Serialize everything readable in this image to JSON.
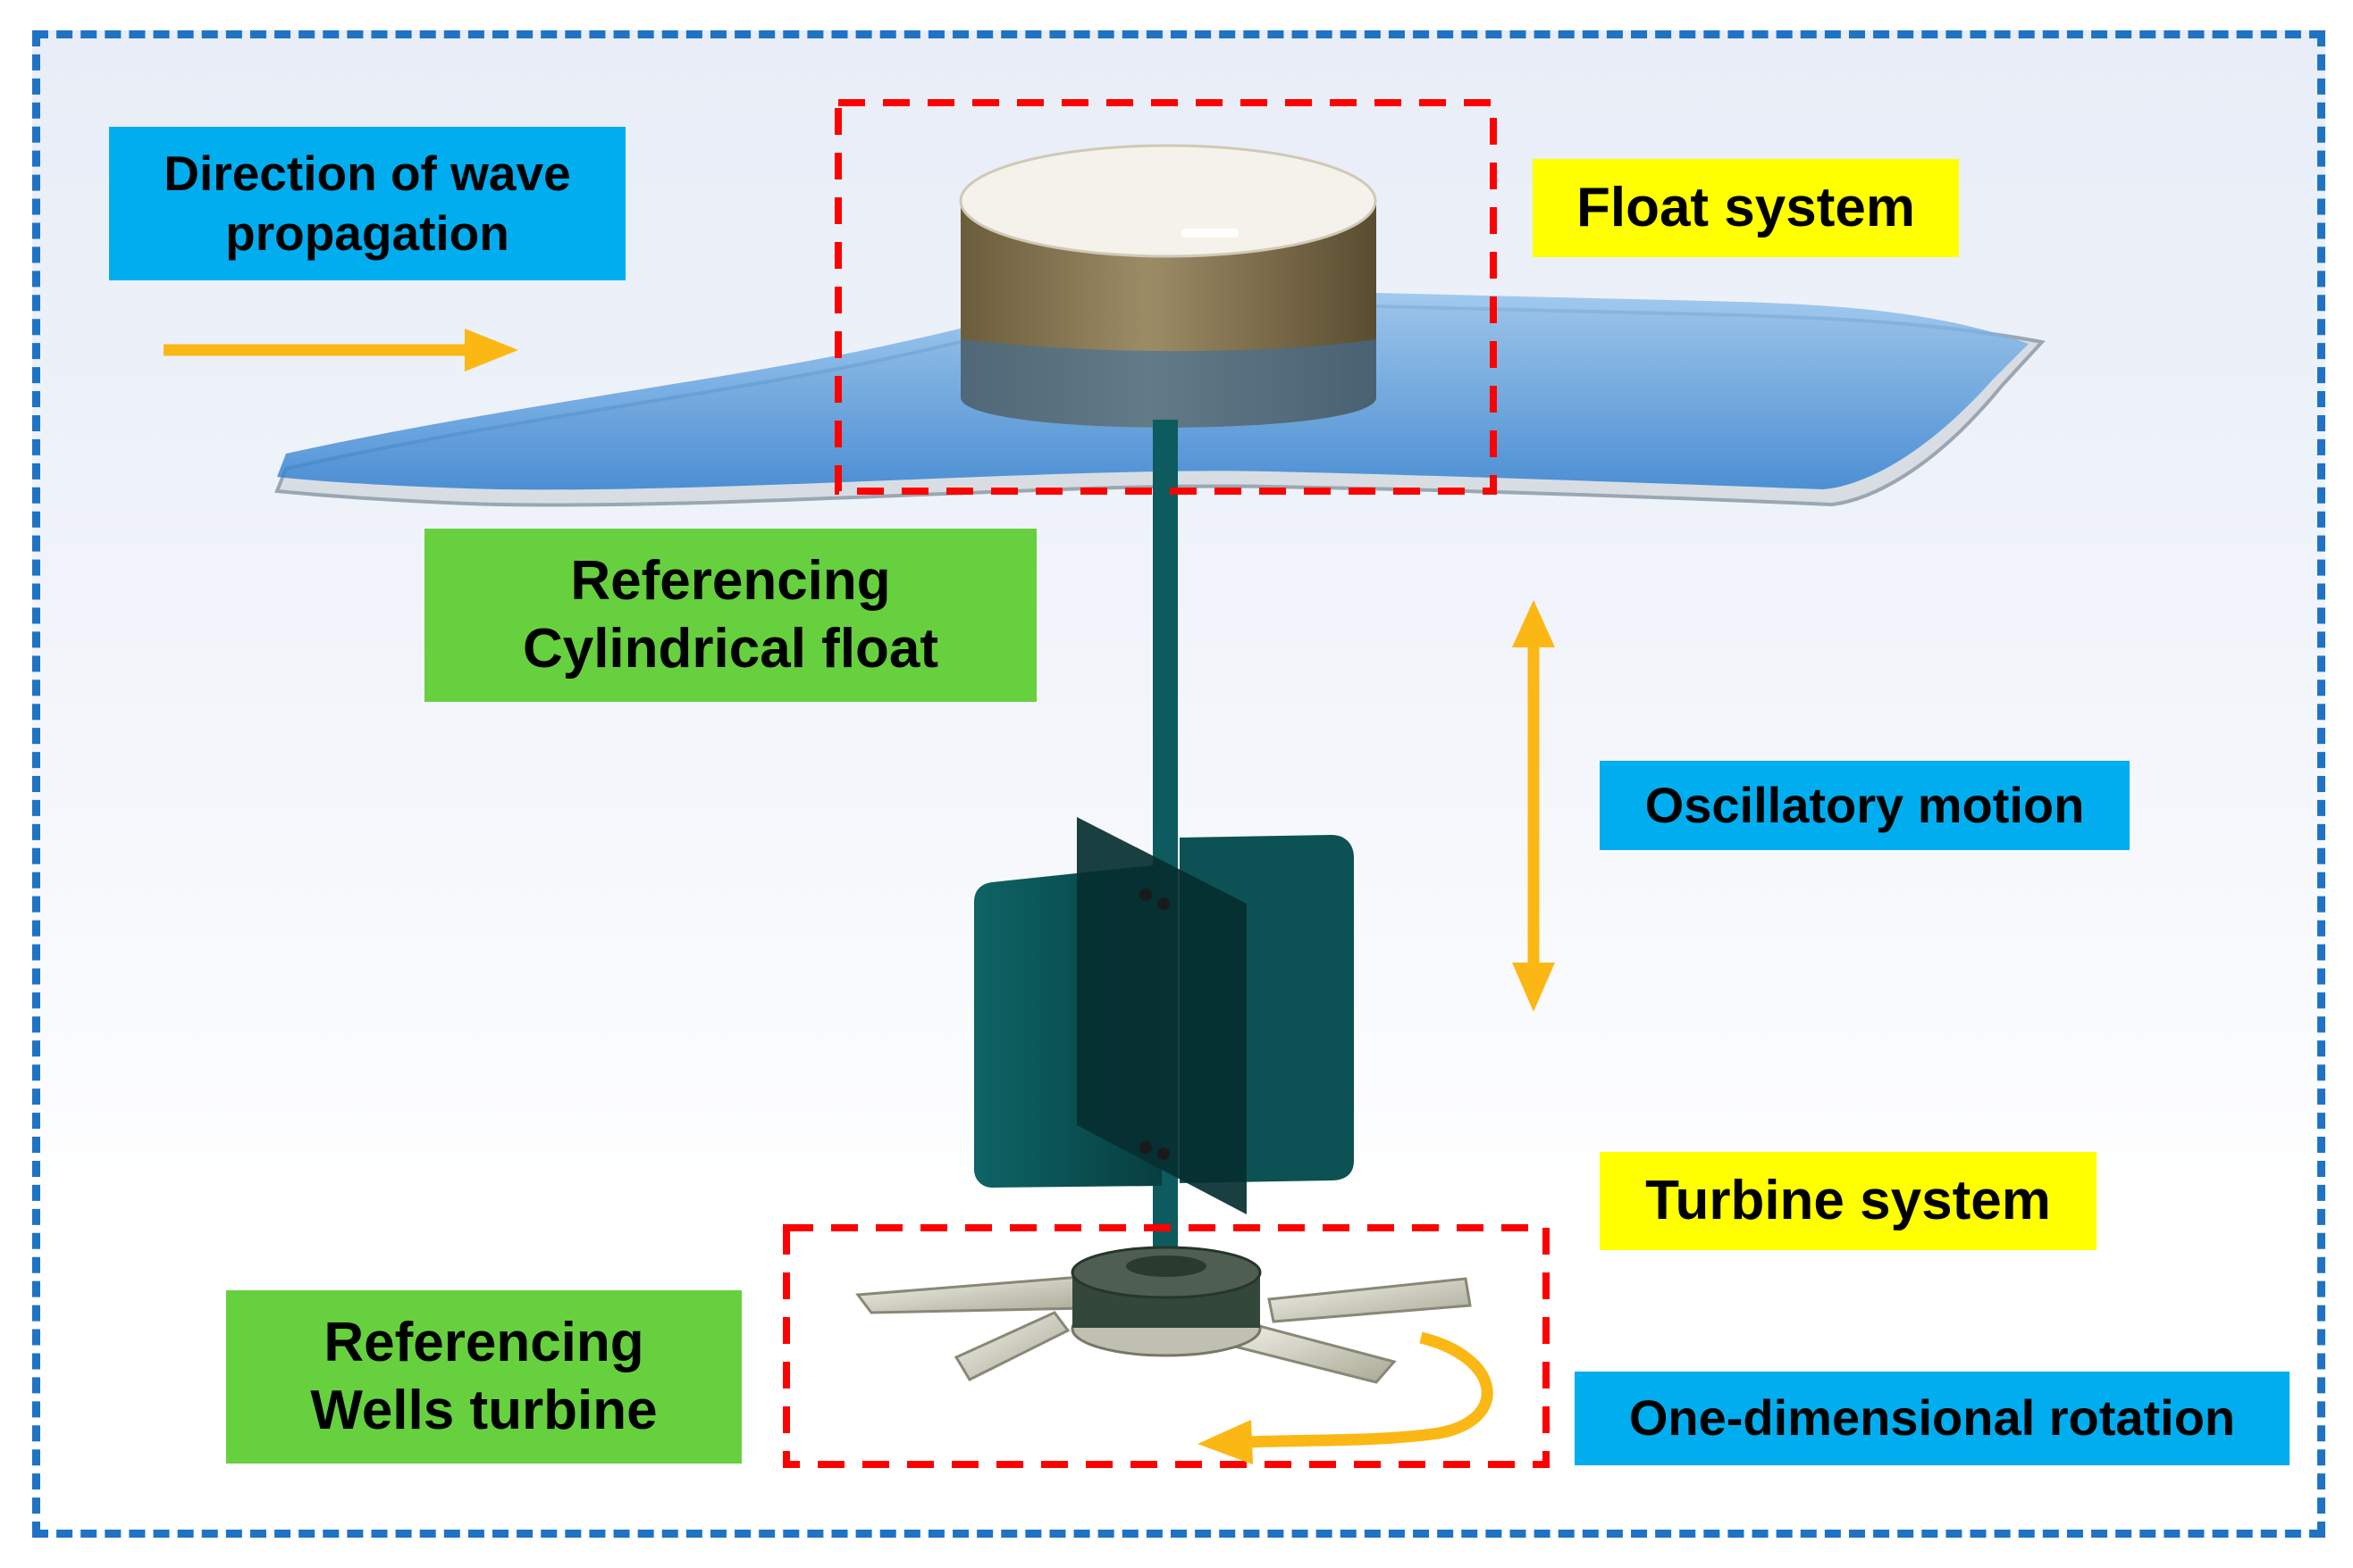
{
  "labels": {
    "wave_direction": "Direction of wave propagation",
    "float_system": "Float system",
    "cylindrical_float": "Referencing Cylindrical float",
    "oscillatory_motion": "Oscillatory motion",
    "turbine_system": "Turbine system",
    "wells_turbine": "Referencing Wells turbine",
    "rotation": "One-dimensional rotation"
  },
  "colors": {
    "frame_dashed": "#1f73c4",
    "highlight_box_dashed": "#ff0000",
    "arrow": "#fbb714",
    "label_blue": "#00aeef",
    "label_green": "#66d03f",
    "label_yellow": "#ffff00",
    "water": "#3d8fd6",
    "float_body": "#7a6a48",
    "shaft_and_plates": "#0b5456",
    "turbine_metal": "#c8c8bd"
  },
  "icons": [
    "wave-direction-arrow",
    "oscillation-double-arrow",
    "rotation-arrow"
  ]
}
